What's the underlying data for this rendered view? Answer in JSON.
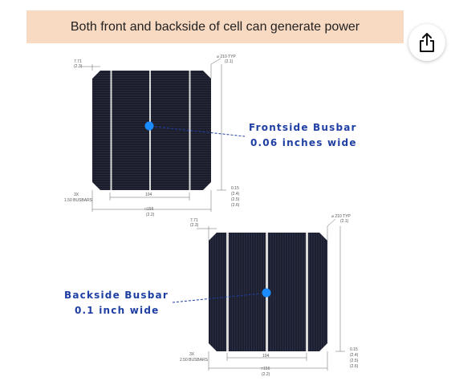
{
  "banner": {
    "text": "Both front and backside of cell can generate power"
  },
  "share_button": {
    "icon": "share-icon"
  },
  "colors": {
    "banner_bg": "#f8d9c2",
    "cell": "#1b1d2b",
    "busbar": "#d9d9d9",
    "callout": "#1f3fa3",
    "dot": "#1a8cff"
  },
  "front_cell": {
    "callout_line1": "Frontside Busbar",
    "callout_line2": "0.06 inches wide",
    "dims": {
      "diameter": "⌀ 210 TYP",
      "diameter_sub": "(2.1)",
      "chamfer": "7.71",
      "chamfer_sub": "(2.3)",
      "busbar_count": "3X",
      "busbar_width": "1.50 BUSBARS",
      "pitch": "104",
      "side": "□156",
      "side_sub": "(2.2)",
      "thickness": "0.15",
      "thickness_2": "(2.4)",
      "thickness_3": "(2.5)",
      "thickness_4": "(2.6)"
    }
  },
  "back_cell": {
    "callout_line1": "Backside Busbar",
    "callout_line2": "0.1 inch wide",
    "dims": {
      "diameter": "⌀ 210 TYP",
      "diameter_sub": "(2.1)",
      "chamfer": "7.71",
      "chamfer_sub": "(2.3)",
      "busbar_count": "3X",
      "busbar_width": "2.50 BUSBARS",
      "pitch": "104",
      "side": "□156",
      "side_sub": "(2.2)",
      "thickness": "0.15",
      "thickness_2": "(2.4)",
      "thickness_3": "(2.5)",
      "thickness_4": "(2.6)"
    }
  }
}
